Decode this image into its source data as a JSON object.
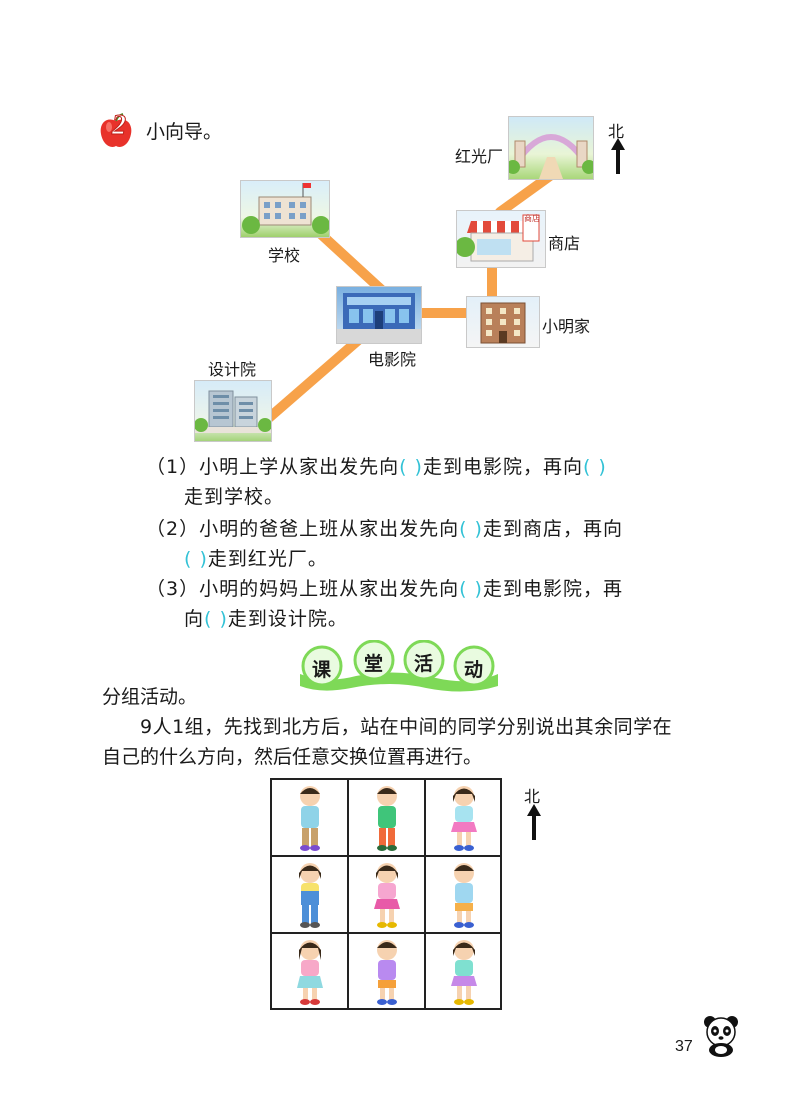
{
  "section": {
    "number": "2",
    "title": "小向导。"
  },
  "map": {
    "north_label": "北",
    "places": {
      "hongguang": "红光厂",
      "school": "学校",
      "shop": "商店",
      "shop_sign": "商店",
      "home": "小明家",
      "cinema": "电影院",
      "design": "设计院"
    }
  },
  "questions": [
    {
      "line1_a": "（1）小明上学从家出发先向",
      "paren1": "(        )",
      "line1_b": "走到电影院，再向",
      "paren2": "(        )",
      "line2": "走到学校。"
    },
    {
      "line1_a": "（2）小明的爸爸上班从家出发先向",
      "paren1": "(        )",
      "line1_b": "走到商店，再向",
      "paren2": "(        )",
      "line2": "走到红光厂。"
    },
    {
      "line1_a": "（3）小明的妈妈上班从家出发先向",
      "paren1": "(        )",
      "line1_b": "走到电影院，再",
      "line2_a": "向",
      "paren2": "(        )",
      "line2_b": "走到设计院。"
    }
  ],
  "activity": {
    "banner": [
      "课",
      "堂",
      "活",
      "动"
    ],
    "subtitle": "分组活动。",
    "paragraph_line1": "9人1组，先找到北方后，站在中间的同学分别说出其余同学在",
    "paragraph_line2": "自己的什么方向，然后任意交换位置再进行。",
    "north_label": "北"
  },
  "page_number": "37",
  "colors": {
    "road": "#f7a24a",
    "paren": "#33c2d6",
    "banner_green": "#7ed957",
    "apple_red": "#e8322b"
  }
}
